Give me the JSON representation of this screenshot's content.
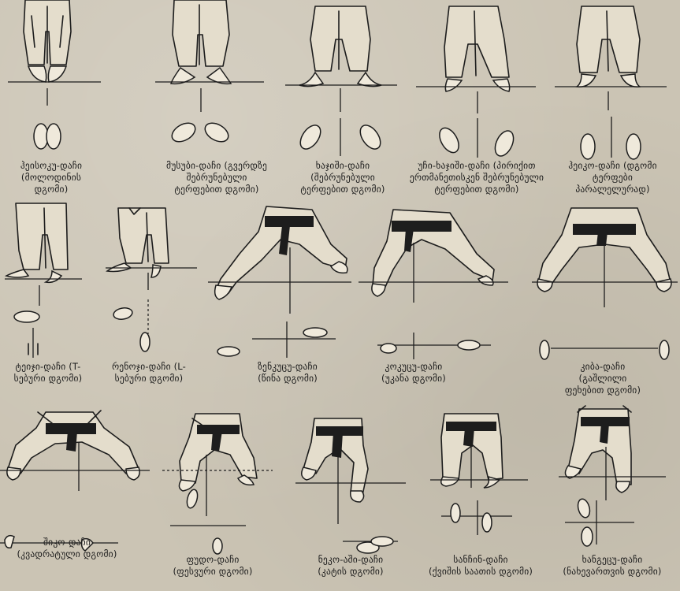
{
  "stances": [
    {
      "id": "heisoku",
      "lines": [
        "ჰეისოკუ-დაჩი",
        "(მოლოდინის",
        "დგომი)"
      ]
    },
    {
      "id": "musubi",
      "lines": [
        "მუსუბი-დაჩი (გვერდზე",
        "შებრუნებული",
        "ტერფებით დგომი)"
      ]
    },
    {
      "id": "hachiji",
      "lines": [
        "ხაჯიში-დაჩი",
        "(შებრუნებული",
        "ტერფებით დგომი)"
      ]
    },
    {
      "id": "uchi-hachiji",
      "lines": [
        "უჩი-ხაჯიში-დაჩი (პირიქით",
        "ერთმანეთისკენ შებრუნებული",
        "ტერფებით დგომი)"
      ]
    },
    {
      "id": "heiko",
      "lines": [
        "ჰეიკო-დაჩი (დგომი",
        "ტერფები",
        "პარალელურად)"
      ]
    },
    {
      "id": "teiji",
      "lines": [
        "ტეიჯი-დაჩი (T-",
        "სებური დგომი)"
      ]
    },
    {
      "id": "renoji",
      "lines": [
        "რენოჯი-დაჩი (L-",
        "სებური დგომი)"
      ]
    },
    {
      "id": "zenkutsu",
      "lines": [
        "ზენკუცუ-დაჩი",
        "(წინა დგომი)"
      ]
    },
    {
      "id": "kokutsu",
      "lines": [
        "კოკუცუ-დაჩი",
        "(უკანა დგომი)"
      ]
    },
    {
      "id": "kiba",
      "lines": [
        "კიბა-დაჩი",
        "(გაშლილი",
        "ფეხებით დგომი)"
      ]
    },
    {
      "id": "shiko",
      "lines": [
        "შიკო-დაჩი",
        "(კვადრატული დგომი)"
      ]
    },
    {
      "id": "fudo",
      "lines": [
        "ფუდო-დაჩი",
        "(ფესვური დგომი)"
      ]
    },
    {
      "id": "nekoashi",
      "lines": [
        "ნეკო-აში-დაჩი",
        "(კატის დგომი)"
      ]
    },
    {
      "id": "sanchin",
      "lines": [
        "სანჩინ-დაჩი",
        "(ქვიშის საათის დგომი)"
      ]
    },
    {
      "id": "hangetsu",
      "lines": [
        "ხანგეცუ-დაჩი",
        "(ნახევართვის დგომი)"
      ]
    }
  ]
}
